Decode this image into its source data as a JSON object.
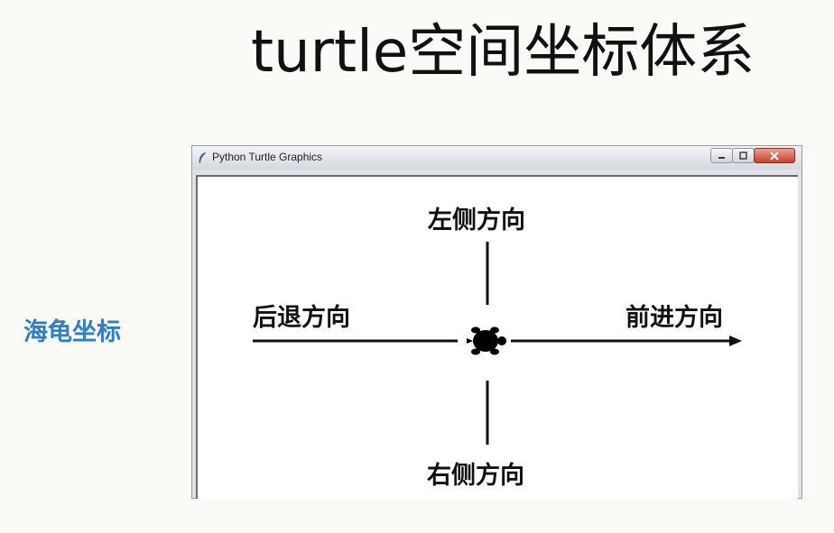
{
  "slide": {
    "title": "turtle空间坐标体系",
    "side_label": "海龟坐标"
  },
  "window": {
    "title": "Python Turtle Graphics",
    "controls": {
      "minimize": "–",
      "maximize": "□",
      "close": "x"
    }
  },
  "diagram": {
    "left_direction": "左侧方向",
    "backward_direction": "后退方向",
    "forward_direction": "前进方向",
    "right_direction": "右侧方向"
  },
  "icons": [
    "feather-icon",
    "turtle-icon",
    "arrow-head-icon"
  ],
  "colors": {
    "side_label": "#2e7fc6",
    "close_button": "#c7402e"
  }
}
